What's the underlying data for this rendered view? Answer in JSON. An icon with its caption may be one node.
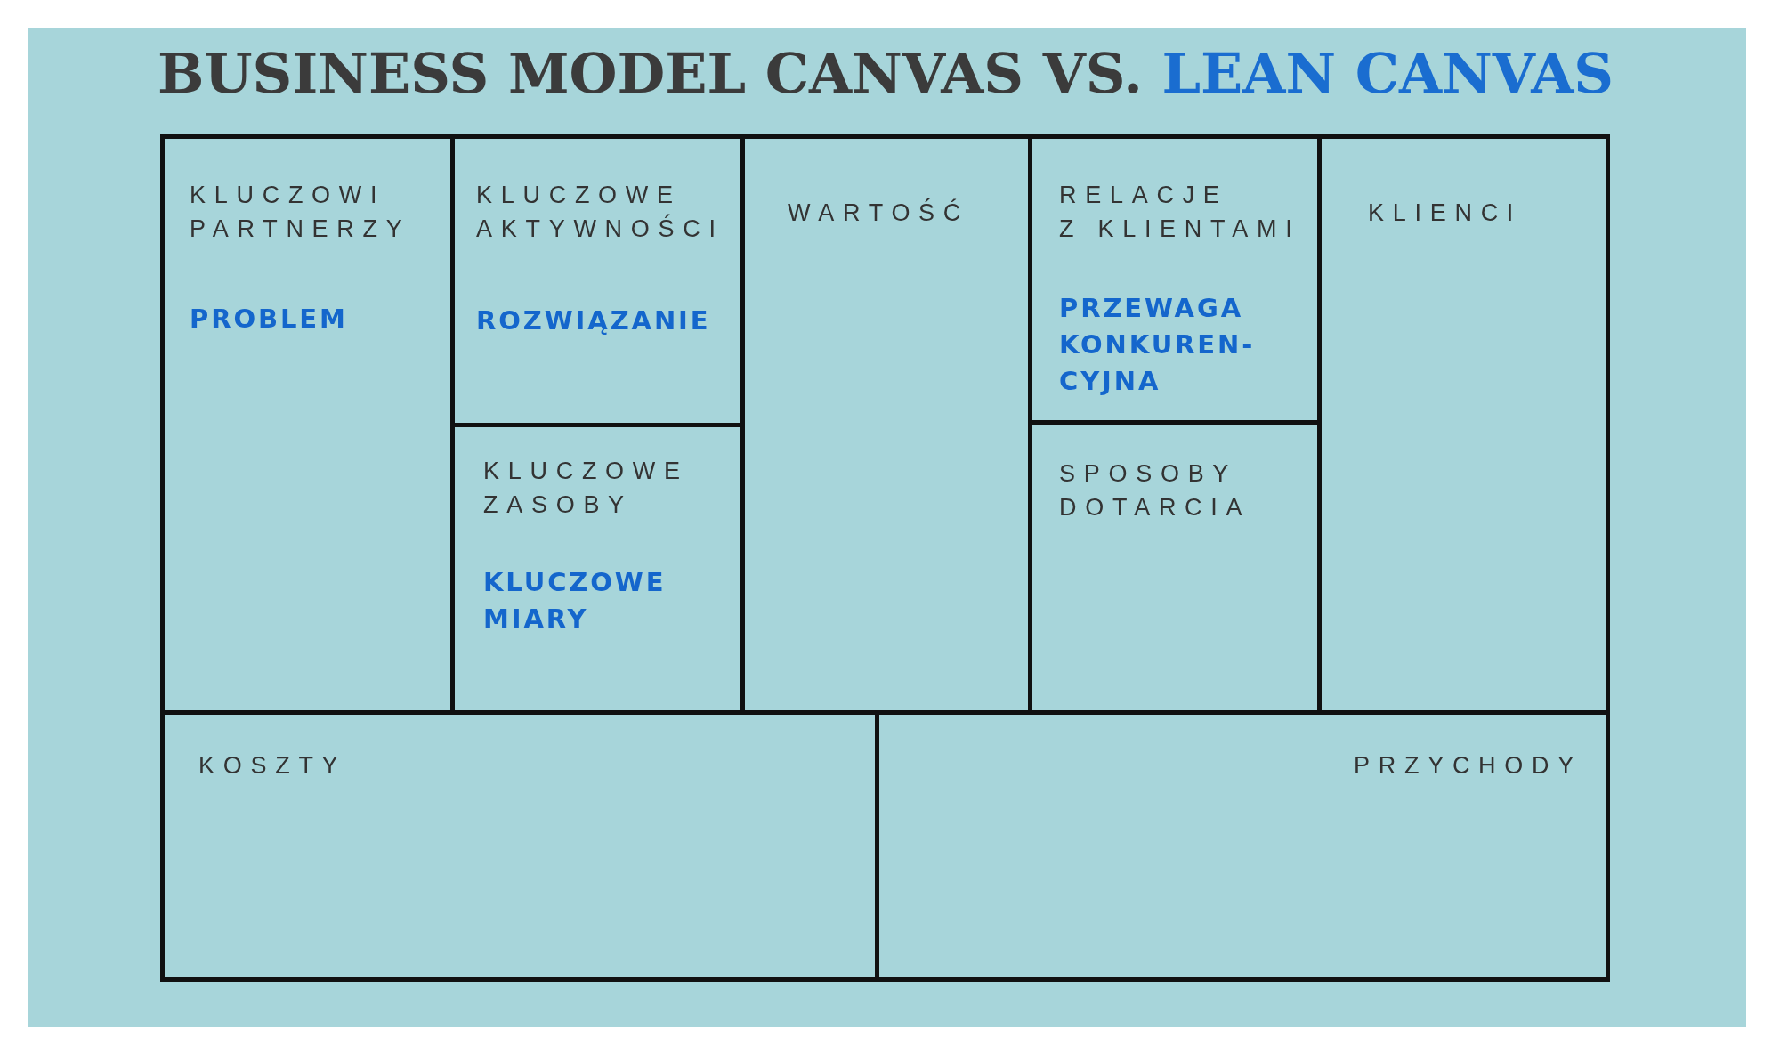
{
  "diagram": {
    "title": "BUSINESS MODEL CANVAS VS. LEAN CANVAS",
    "nodes": [
      {
        "text": [
          "KLUCZOWI PARTNERZY",
          "PROBLEM"
        ]
      },
      {
        "text": [
          "KLUCZOWE AKTYWNOŚCI",
          "ROZWIĄZANIE"
        ]
      },
      {
        "text": [
          "KLUCZOWE ZASOBY",
          "KLUCZOWE MIARY"
        ]
      },
      {
        "text": [
          "WARTOŚĆ"
        ]
      },
      {
        "text": [
          "RELACJE Z KLIENTAMI",
          "PRZEWAGA KONKUREN- CYJNA"
        ]
      },
      {
        "text": [
          "SPOSOBY DOTARCIA"
        ]
      },
      {
        "text": [
          "KLIENCI"
        ]
      },
      {
        "text": [
          "KOSZTY"
        ]
      },
      {
        "text": [
          "PRZYCHODY"
        ]
      }
    ],
    "edges": []
  }
}
